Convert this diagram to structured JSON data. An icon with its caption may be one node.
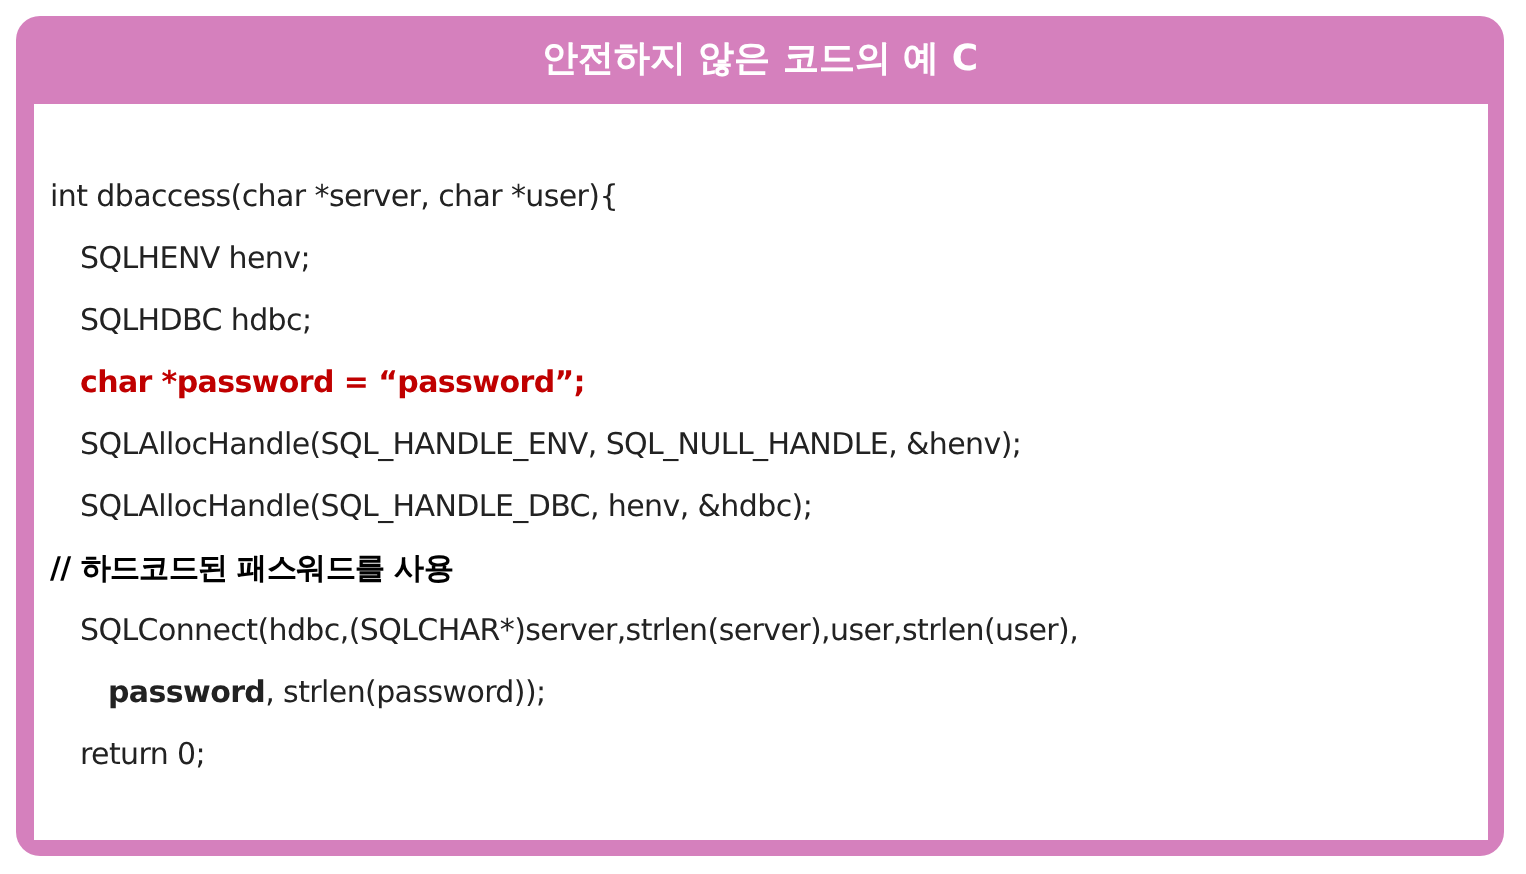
{
  "diagram": {
    "title": "안전하지 않은 코드의 예 C",
    "labels": [
      "int dbaccess(char *server, char *user){",
      "SQLHENV henv;",
      "SQLHDBC hdbc;",
      "char *password = “password”;",
      "SQLAllocHandle(SQL_HANDLE_ENV, SQL_NULL_HANDLE, &henv);",
      "SQLAllocHandle(SQL_HANDLE_DBC, henv, &hdbc);",
      "// 하드코드된 패스워드를 사용",
      "SQLConnect(hdbc,(SQLCHAR*)server,strlen(server),user,strlen(user),",
      "**password**, strlen(password));",
      "return 0;"
    ]
  }
}
